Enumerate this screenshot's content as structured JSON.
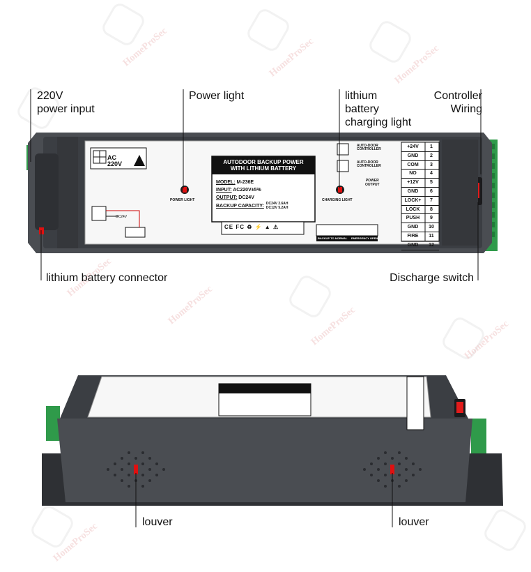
{
  "watermark": "HomeProSec",
  "top_view": {
    "callouts": {
      "power_input": "220V\npower input",
      "power_light": "Power light",
      "battery_light": "lithium\nbattery\ncharging light",
      "controller_wiring": "Controller\nWiring",
      "battery_connector": "lithium battery connector",
      "discharge_switch": "Discharge switch"
    },
    "label": {
      "ac": "AC\n220V",
      "title_line1": "AUTODOOR BACKUP POWER",
      "title_line2": "WITH LITHIUM BATTERY",
      "model_label": "MODEL:",
      "model_value": "M-236E",
      "input_label": "INPUT:",
      "input_value": "AC220V±5%",
      "output_label": "OUTPUT:",
      "output_value": "DC24V",
      "backup_label": "BACKUP CAPACITY:",
      "backup_value1": "DC24V  2.6AH",
      "backup_value2": "DC12V  5.2AH",
      "power_light": "POWER LIGHT",
      "charging_light": "CHARGING LIGHT",
      "dc24v": "DC24V",
      "ctrl1": "AUTO-DOOR\nCONTROLLER",
      "ctrl2": "AUTO-DOOR\nCONTROLLER",
      "power_output": "POWER\nOUTPUT",
      "back_to_normal": "BACKUP TO NORMAL",
      "emergency_open": "EMERGENCY OPEN",
      "certs": "CE FC ♻ ⚡ ▲ ⚠",
      "side_text": "DC24V"
    },
    "terminals": [
      {
        "name": "+24V",
        "num": "1"
      },
      {
        "name": "GND",
        "num": "2"
      },
      {
        "name": "COM",
        "num": "3"
      },
      {
        "name": "NO",
        "num": "4"
      },
      {
        "name": "+12V",
        "num": "5"
      },
      {
        "name": "GND",
        "num": "6"
      },
      {
        "name": "LOCK+",
        "num": "7"
      },
      {
        "name": "LOCK",
        "num": "8"
      },
      {
        "name": "PUSH",
        "num": "9"
      },
      {
        "name": "GND",
        "num": "10"
      },
      {
        "name": "FIRE",
        "num": "11"
      },
      {
        "name": "GND",
        "num": "12"
      }
    ]
  },
  "bottom_view": {
    "callouts": {
      "louver_left": "louver",
      "louver_right": "louver"
    }
  },
  "colors": {
    "housing": "#4a4d52",
    "housing_dark": "#2e3034",
    "terminal_green": "#2f9a4a",
    "marker_red": "#e01010",
    "label_white": "#f7f7f7"
  }
}
